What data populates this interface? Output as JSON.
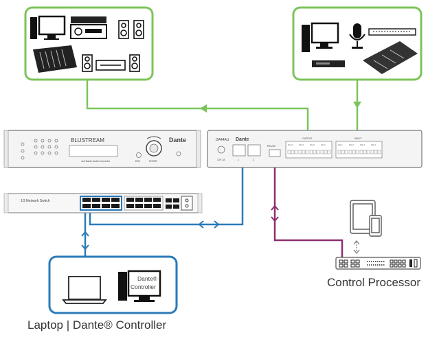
{
  "colors": {
    "green": "#7cc35a",
    "blue": "#2a7ab8",
    "purple": "#8c2f6e",
    "device_fill": "#f4f4f4",
    "device_stroke": "#777777",
    "icon": "#111111"
  },
  "labels": {
    "control_processor": "Control Processor",
    "laptop_controller": "Laptop | Dante® Controller"
  },
  "unit_front": {
    "brand": "BLUSTREAM",
    "brand_right": "Dante",
    "subtitle": "4x4 Dante Audio Converter",
    "enter": "ENTER",
    "esc": "ESC"
  },
  "unit_rear": {
    "model": "DA44AU",
    "power": "12V 1A",
    "dante_logo": "Dante",
    "port1": "1",
    "port2": "2",
    "rs232": "RS-232",
    "output_label": "OUTPUT",
    "input_label": "INPUT",
    "output_channels": [
      "CH 4",
      "CH 3",
      "CH 2",
      "CH 1"
    ],
    "input_channels": [
      "CH 1",
      "CH 2",
      "CH 3",
      "CH 4"
    ]
  },
  "switch": {
    "label": "1G Network Switch"
  },
  "laptop_screen": {
    "line1": "Dante®",
    "line2": "Controller"
  }
}
